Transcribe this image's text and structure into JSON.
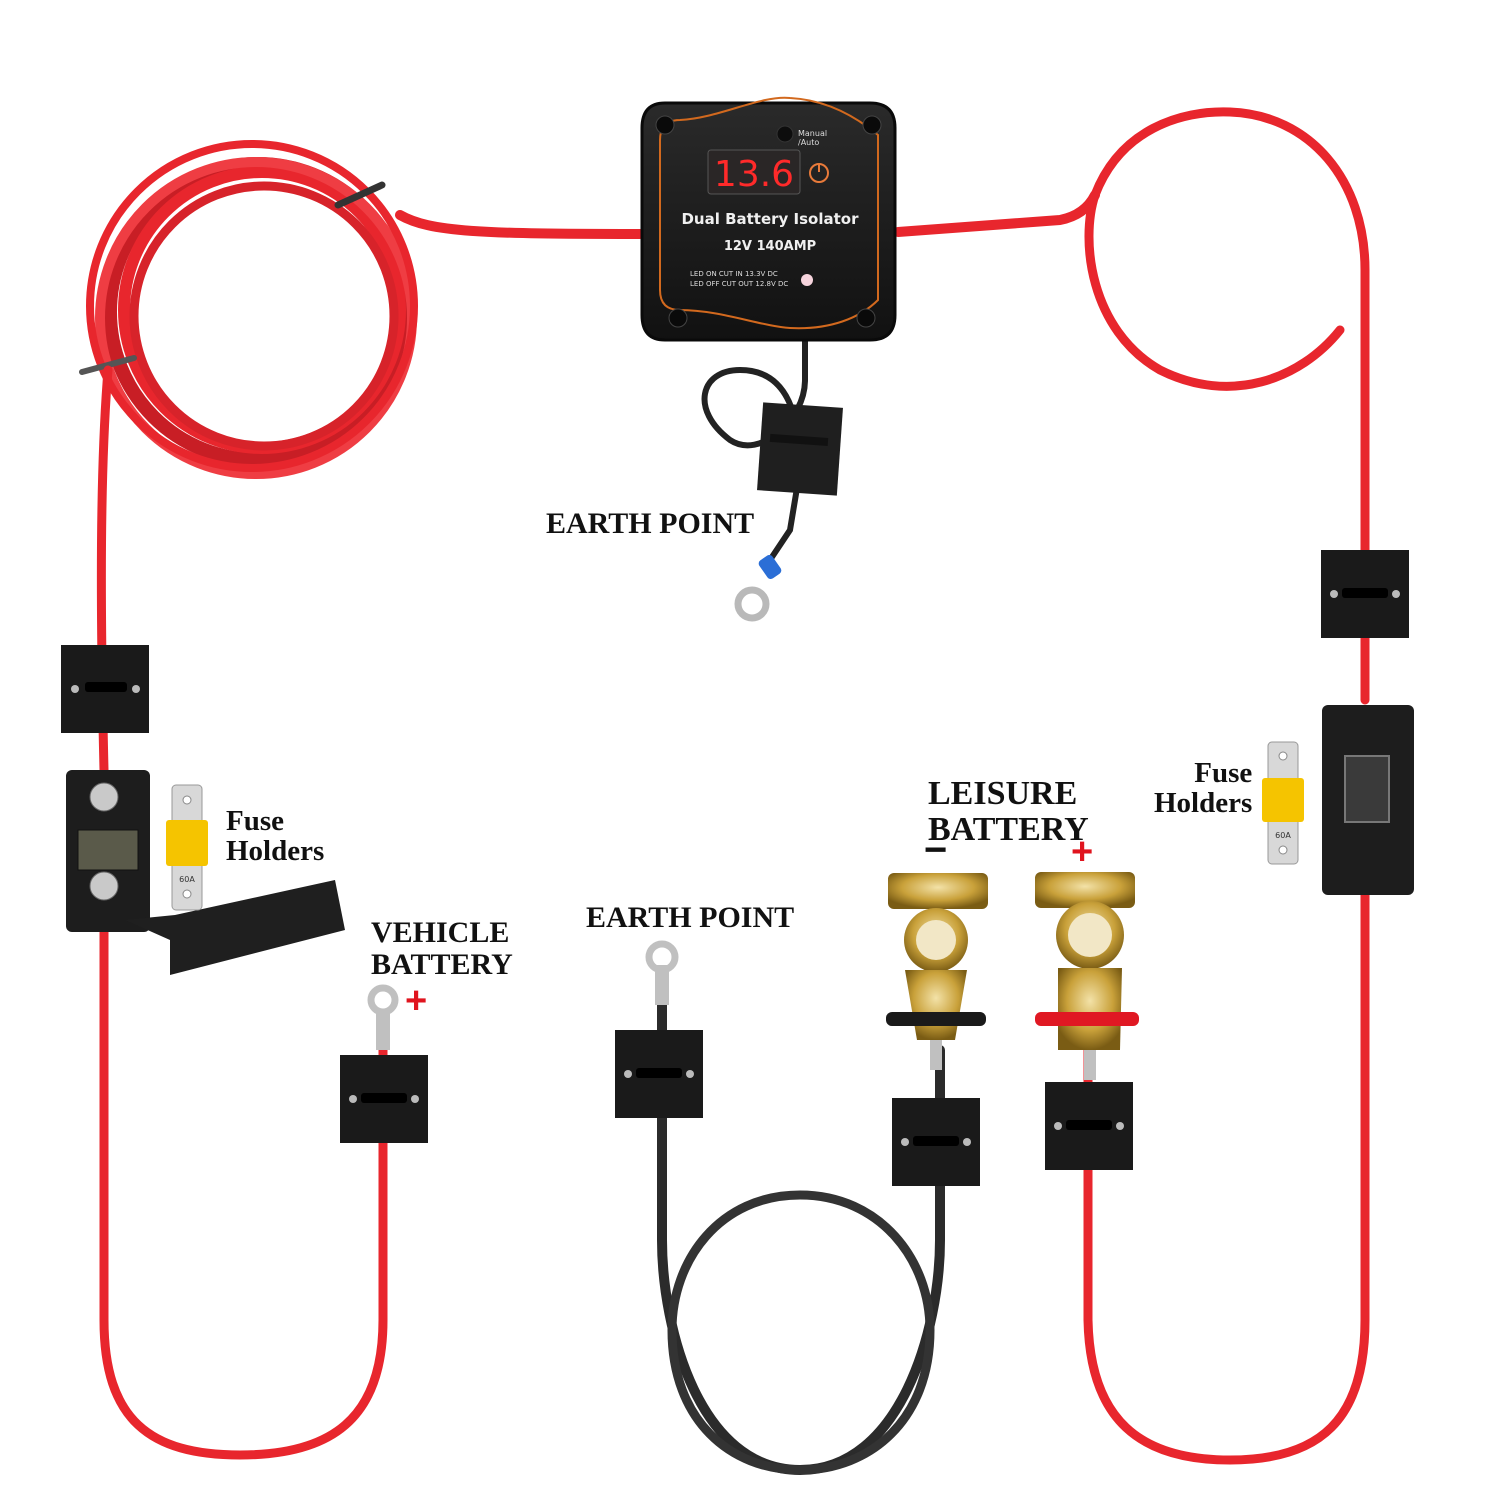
{
  "isolator": {
    "display_value": "13.6",
    "title": "Dual Battery Isolator",
    "rating": "12V  140AMP",
    "button_caption": "Manual\n/Auto",
    "led_note_1": "LED ON CUT IN 13.3V DC",
    "led_note_2": "LED OFF CUT OUT 12.8V DC"
  },
  "labels": {
    "earth_point_top": "EARTH POINT",
    "earth_point_bottom": "EARTH POINT",
    "vehicle_battery": "VEHICLE\nBATTERY",
    "leisure_battery": "LEISURE\nBATTERY",
    "fuse_holders_left": "Fuse\nHolders",
    "fuse_holders_right": "Fuse\nHolders"
  },
  "signs": {
    "vehicle_positive": "+",
    "leisure_negative": "−",
    "leisure_positive": "+"
  },
  "fuses": {
    "left_rating": "60A",
    "right_rating": "60A"
  },
  "colors": {
    "positive_cable": "#e8262d",
    "earth_cable": "#2b2b2b",
    "isolator_body": "#1c1c1c",
    "isolator_accent": "#d2691e",
    "display_digits": "#ff2a2a",
    "fuse_yellow": "#f5c400",
    "terminal_brass": "#c9a13a"
  }
}
